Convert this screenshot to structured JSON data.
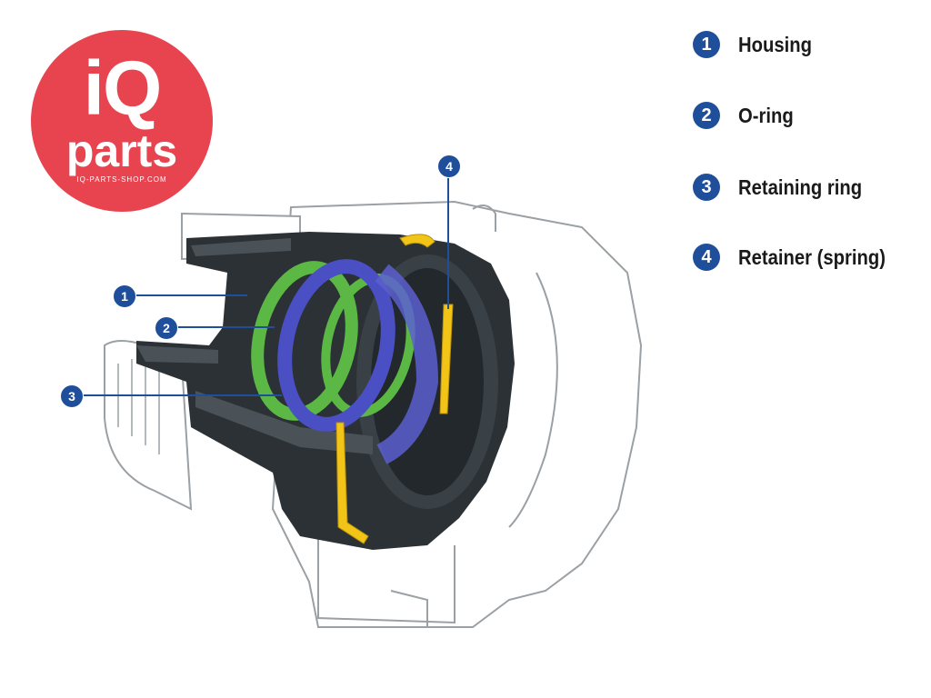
{
  "logo": {
    "brand_top": "iQ",
    "brand_bottom": "parts",
    "url": "IQ-PARTS-SHOP.COM"
  },
  "legend": [
    {
      "number": "1",
      "label": "Housing"
    },
    {
      "number": "2",
      "label": "O-ring"
    },
    {
      "number": "3",
      "label": "Retaining ring"
    },
    {
      "number": "4",
      "label": "Retainer (spring)"
    }
  ],
  "colors": {
    "brand": "#e8444f",
    "badge": "#1f4f9a",
    "housing": "#2b3135",
    "o_ring": "#5cb844",
    "retaining_ring": "#4a4fc4",
    "spring": "#f2c417"
  }
}
